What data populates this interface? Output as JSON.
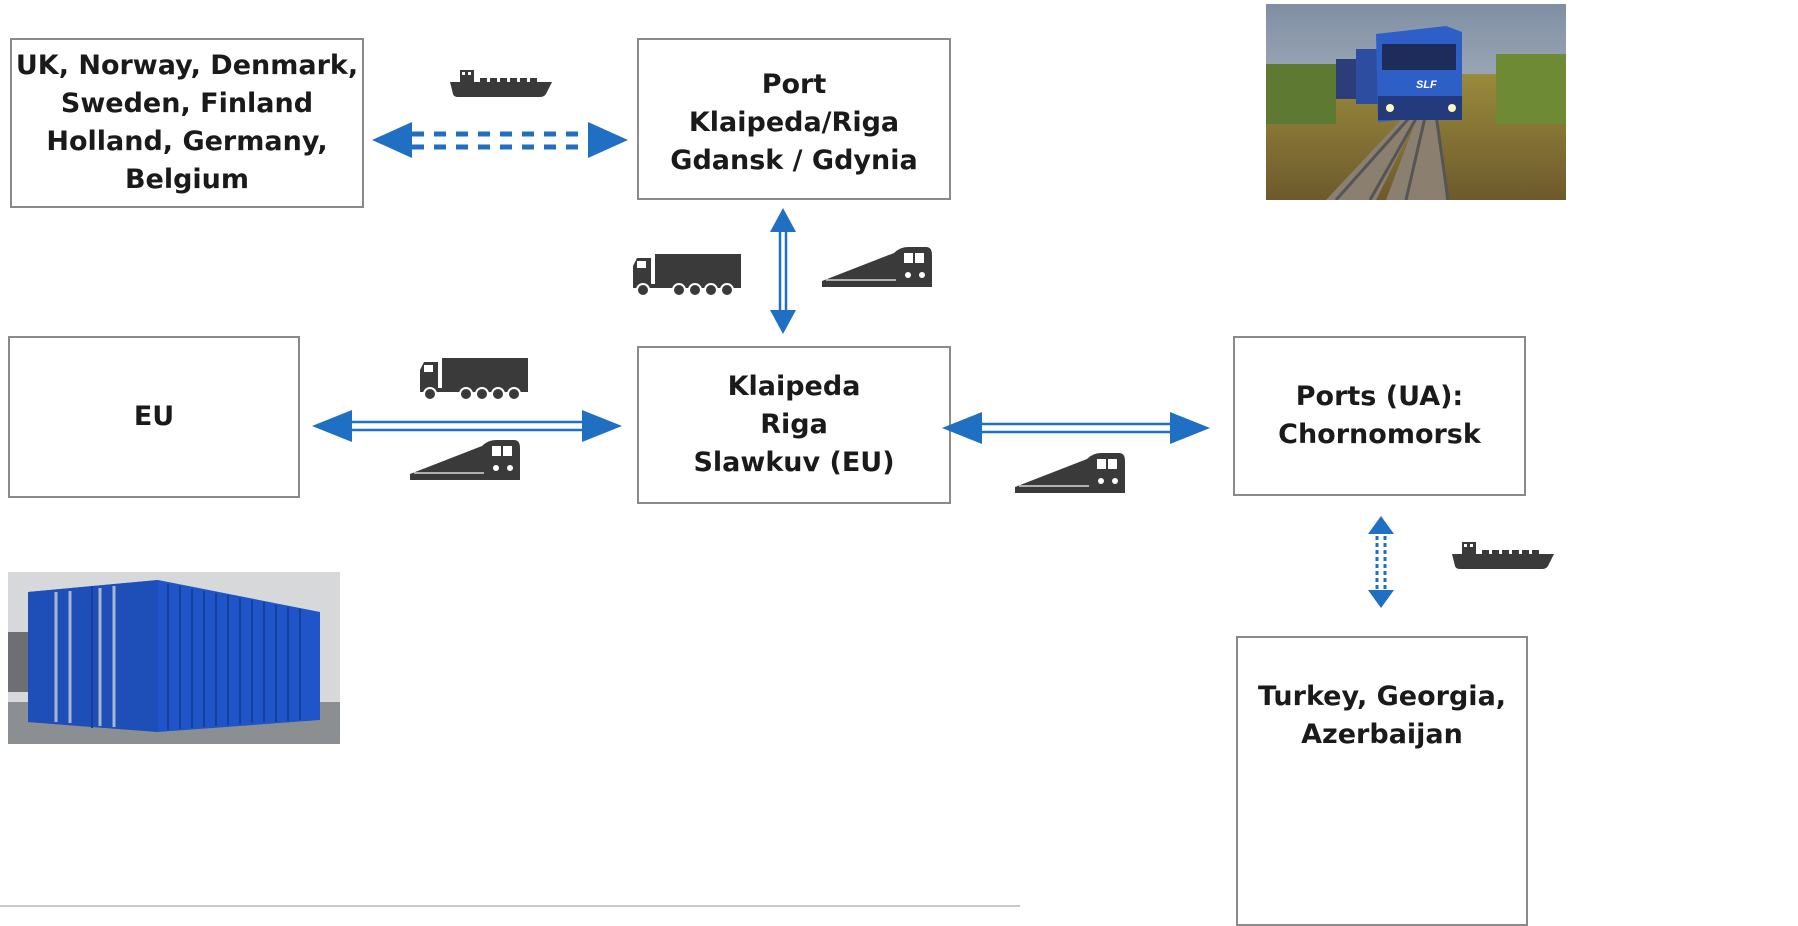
{
  "nodes": {
    "north_countries": {
      "lines": [
        "UK, Norway, Denmark,",
        "Sweden, Finland",
        "Holland, Germany,",
        "Belgium"
      ]
    },
    "baltic_ports": {
      "lines": [
        "Port",
        "Klaipeda/Riga",
        "Gdansk / Gdynia"
      ]
    },
    "eu": {
      "lines": [
        "EU"
      ]
    },
    "hub": {
      "lines": [
        "Klaipeda",
        "Riga",
        "Slawkuv (EU)"
      ]
    },
    "ua_ports": {
      "lines": [
        "Ports (UA):",
        "Chornomorsk"
      ]
    },
    "southern_countries": {
      "lines": [
        "Turkey, Georgia,",
        "Azerbaijan"
      ]
    }
  },
  "colors": {
    "arrow": "#1f6fc2",
    "icon": "#3a3a3a",
    "box_border": "#8a8a8a"
  },
  "icons": [
    "ship-icon",
    "truck-icon",
    "locomotive-icon",
    "train-photo",
    "container-photo"
  ]
}
